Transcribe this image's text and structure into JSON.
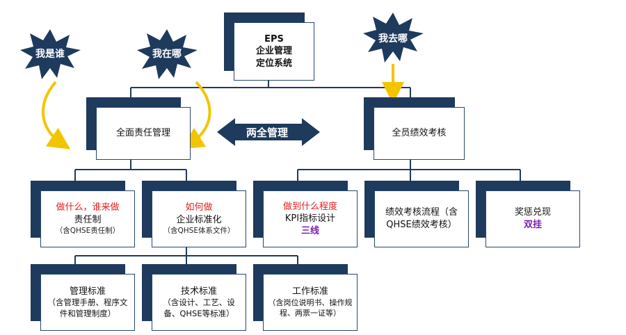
{
  "diagram": {
    "root": {
      "lines": [
        "EPS",
        "企业管理",
        "定位系统"
      ]
    },
    "left_branch": {
      "label": "全面责任管理"
    },
    "right_branch": {
      "label": "全员绩效考核"
    },
    "center_arrow": {
      "label": "两全管理"
    },
    "bursts": {
      "who": "我是谁",
      "where": "我在哪",
      "going": "我去哪"
    },
    "level3": {
      "responsibility": {
        "question": "做什么，谁来做",
        "title": "责任制",
        "note": "（含QHSE责任制）"
      },
      "standardization": {
        "question": "如何做",
        "title": "企业标准化",
        "note": "（含QHSE体系文件）"
      },
      "kpi": {
        "question": "做到什么程度",
        "title": "KPI指标设计",
        "highlight": "三线"
      },
      "process": {
        "text": "绩效考核流程（含QHSE绩效考核）"
      },
      "rewards": {
        "title": "奖惩兑现",
        "highlight": "双挂"
      }
    },
    "level4": {
      "management": {
        "title": "管理标准",
        "note": "（含管理手册、程序文件和管理制度）"
      },
      "technical": {
        "title": "技术标准",
        "note": "（含设计、工艺、设备、QHSE等标准）"
      },
      "work": {
        "title": "工作标准",
        "note": "（含岗位说明书、操作规程、两票一证等）"
      }
    },
    "colors": {
      "navy": "#1e3a5c",
      "connector": "#1e3a5c",
      "arrow_gold": "#f2c500",
      "question_red": "#e02020",
      "highlight_purple": "#7a1fb0"
    }
  }
}
